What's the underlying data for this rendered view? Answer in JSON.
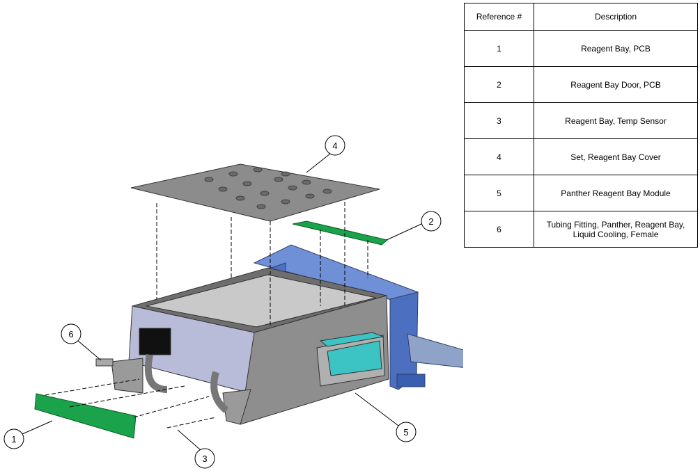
{
  "table": {
    "headers": {
      "ref": "Reference #",
      "desc": "Description"
    },
    "rows": [
      {
        "ref": "1",
        "desc": "Reagent Bay, PCB"
      },
      {
        "ref": "2",
        "desc": "Reagent Bay Door, PCB"
      },
      {
        "ref": "3",
        "desc": "Reagent Bay, Temp Sensor"
      },
      {
        "ref": "4",
        "desc": "Set, Reagent Bay Cover"
      },
      {
        "ref": "5",
        "desc": "Panther Reagent Bay Module"
      },
      {
        "ref": "6",
        "desc": "Tubing Fitting, Panther, Reagent Bay, Liquid Cooling, Female"
      }
    ]
  },
  "callouts": [
    "1",
    "2",
    "3",
    "4",
    "5",
    "6"
  ],
  "colors": {
    "frame_blue": "#5b7fc9",
    "pcb_green": "#1aa34a",
    "teal": "#3cc4c4",
    "gray": "#8e8e8e",
    "lavender": "#b9bcd9"
  }
}
